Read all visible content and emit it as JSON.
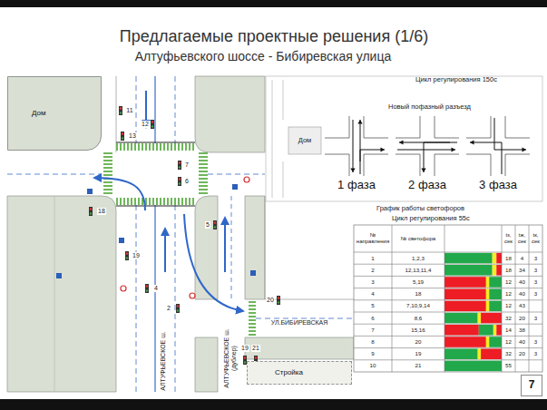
{
  "diagram": {
    "title": "Предлагаемые проектные решения (1/6)",
    "nodes": [
      {
        "text": [
          "Дом"
        ]
      },
      {
        "text": [
          "1 фаза"
        ]
      },
      {
        "text": [
          "2 фаза"
        ]
      },
      {
        "text": [
          "3 фаза"
        ]
      },
      {
        "text": [
          "Стройка"
        ]
      },
      {
        "text": [
          "7"
        ]
      }
    ],
    "labels": [
      "Алтуфьевского шоссе - Бибиревская улица",
      "Цикл регулирования 150с",
      "Новый пофазный разъезд",
      "Дом",
      "График работы светофоров",
      "Цикл регулирования 55с",
      "№ направления",
      "№ светофора",
      "tз, сек",
      "tж, сек",
      "tк, сек",
      "1",
      "1,2,3",
      "18",
      "4",
      "3",
      "2",
      "12,13,11,4",
      "18",
      "34",
      "3",
      "3",
      "5,19",
      "12",
      "40",
      "3",
      "4",
      "18",
      "12",
      "40",
      "3",
      "5",
      "7,10,9,14",
      "12",
      "43",
      "6",
      "8,6",
      "32",
      "20",
      "3",
      "7",
      "15,16",
      "14",
      "38",
      "8",
      "20",
      "12",
      "40",
      "3",
      "9",
      "19",
      "32",
      "20",
      "3",
      "10",
      "21",
      "55",
      "11",
      "12",
      "13",
      "7",
      "6",
      "5",
      "18",
      "19",
      "4",
      "2",
      "20",
      "19",
      "21",
      "УЛ.БИБИРЕВСКАЯ",
      "АЛТУФЬЕВСКОЕ ш.",
      "АЛТУФЬЕВСКОЕ ш. (дублер)"
    ]
  }
}
